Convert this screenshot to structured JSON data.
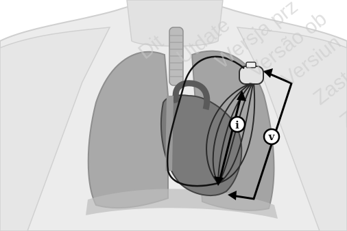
{
  "watermarks": [
    "Dit",
    "Utdate",
    "Wersja prz",
    "Versão ob",
    "Versiun",
    "Zasta",
    "Za"
  ],
  "labels": {
    "current_vector": "i",
    "voltage_vector": "v"
  },
  "colors": {
    "background": "#ffffff",
    "skin": "#e7e7e7",
    "lungs": "#a9a9a9",
    "heart": "#7a7a7a",
    "leads": "#111111"
  }
}
